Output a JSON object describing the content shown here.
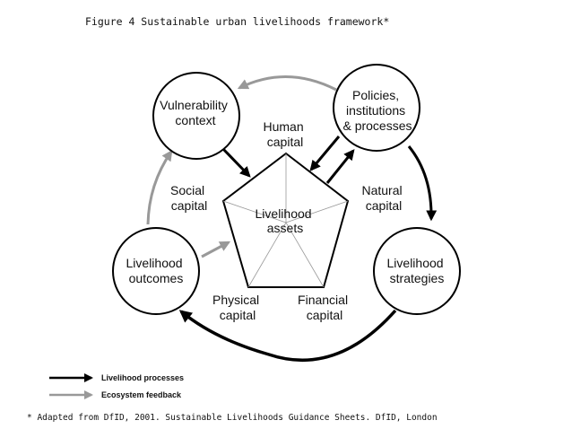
{
  "caption": "Figure 4  Sustainable urban livelihoods framework*",
  "nodes": {
    "vulnerability": [
      "Vulnerability",
      "context"
    ],
    "policies": [
      "Policies,",
      "institutions",
      "& processes"
    ],
    "outcomes": [
      "Livelihood",
      "outcomes"
    ],
    "strategies": [
      "Livelihood",
      "strategies"
    ]
  },
  "pentagon": {
    "center": [
      "Livelihood",
      "assets"
    ],
    "human": [
      "Human",
      "capital"
    ],
    "social": [
      "Social",
      "capital"
    ],
    "natural": [
      "Natural",
      "capital"
    ],
    "physical": [
      "Physical",
      "capital"
    ],
    "financial": [
      "Financial",
      "capital"
    ]
  },
  "legend": {
    "processes": "Livelihood processes",
    "feedback": "Ecosystem feedback"
  },
  "colors": {
    "processes": "#000000",
    "feedback": "#999999"
  },
  "footnote": "* Adapted from DfID, 2001. Sustainable Livelihoods Guidance Sheets. DfID, London"
}
